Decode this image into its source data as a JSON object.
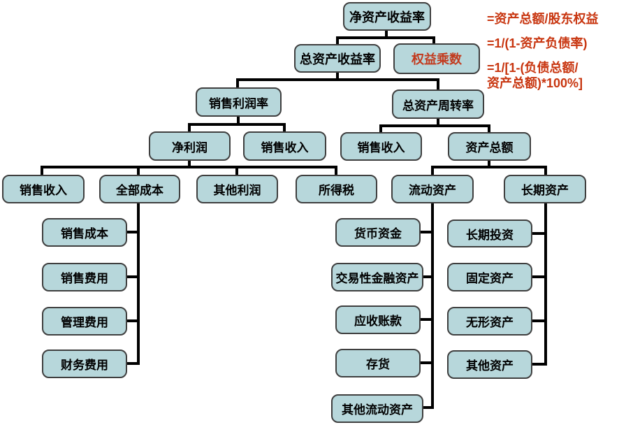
{
  "colors": {
    "background": "#ffffff",
    "box_fill": "#b7d7db",
    "box_border": "#3f3f3f",
    "line": "#000000",
    "text": "#000000",
    "highlight_text": "#c23a1e",
    "annotation": "#c8350f"
  },
  "nodes": {
    "roe": {
      "label": "净资产收益率"
    },
    "roa": {
      "label": "总资产收益率"
    },
    "equity_multiplier": {
      "label": "权益乘数"
    },
    "profit_margin": {
      "label": "销售利润率"
    },
    "asset_turnover": {
      "label": "总资产周转率"
    },
    "net_profit": {
      "label": "净利润"
    },
    "sales_revenue_1": {
      "label": "销售收入"
    },
    "sales_revenue_2": {
      "label": "销售收入"
    },
    "total_assets": {
      "label": "资产总额"
    },
    "sales_revenue_3": {
      "label": "销售收入"
    },
    "total_cost": {
      "label": "全部成本"
    },
    "other_profit": {
      "label": "其他利润"
    },
    "income_tax": {
      "label": "所得税"
    },
    "current_assets": {
      "label": "流动资产"
    },
    "long_term_assets": {
      "label": "长期资产"
    },
    "cost_of_sales": {
      "label": "销售成本"
    },
    "selling_expense": {
      "label": "销售费用"
    },
    "admin_expense": {
      "label": "管理费用"
    },
    "financial_expense": {
      "label": "财务费用"
    },
    "monetary_funds": {
      "label": "货币资金"
    },
    "trading_financial_assets": {
      "label": "交易性金融资产"
    },
    "accounts_receivable": {
      "label": "应收账款"
    },
    "inventory": {
      "label": "存货"
    },
    "other_current_assets": {
      "label": "其他流动资产"
    },
    "long_term_investment": {
      "label": "长期投资"
    },
    "fixed_assets": {
      "label": "固定资产"
    },
    "intangible_assets": {
      "label": "无形资产"
    },
    "other_assets": {
      "label": "其他资产"
    }
  },
  "annotations": {
    "equity_multiplier_formulas": [
      "=资产总额/股东权益",
      "=1/(1-资产负债率)",
      "=1/[1-(负债总额/\n资产总额)*100%]"
    ]
  }
}
